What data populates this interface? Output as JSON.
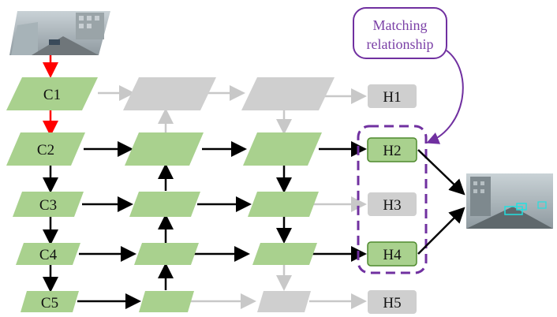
{
  "colors": {
    "green": "#a9d18e",
    "gray": "#cfcfcf",
    "black_arrow": "#000000",
    "gray_arrow": "#c8c8c8",
    "red_arrow": "#ff0000",
    "purple": "#7030a0"
  },
  "backbone": {
    "c1": "C1",
    "c2": "C2",
    "c3": "C3",
    "c4": "C4",
    "c5": "C5"
  },
  "heads": {
    "h1": "H1",
    "h2": "H2",
    "h3": "H3",
    "h4": "H4",
    "h5": "H5"
  },
  "annotation": {
    "line1": "Matching",
    "line2": "relationship"
  },
  "icons": {
    "input_image": "input-image-thumbnail",
    "output_image": "output-image-thumbnail"
  }
}
